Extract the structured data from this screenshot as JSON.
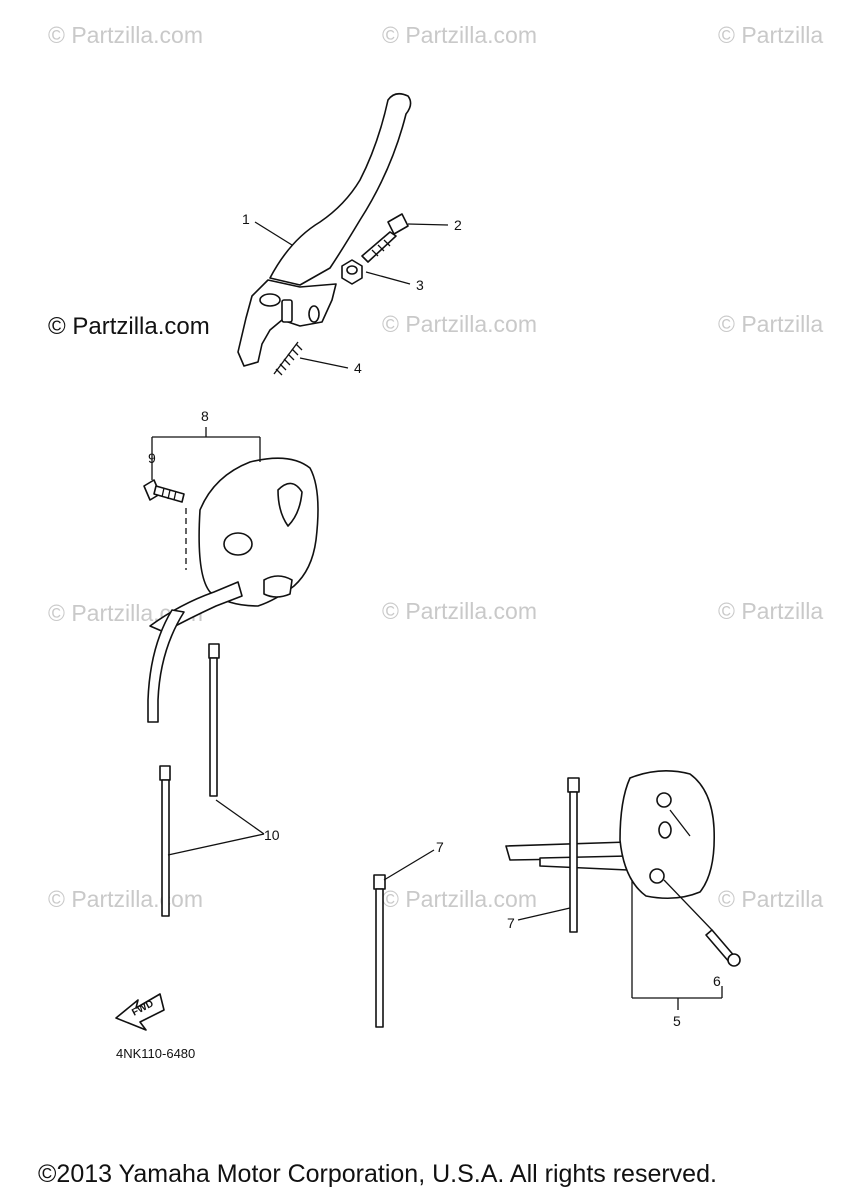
{
  "watermark": {
    "text": "© Partzilla.com",
    "text_cut": "© Partzilla",
    "color": "#c9c9c9"
  },
  "callouts": {
    "c1": "1",
    "c2": "2",
    "c3": "3",
    "c4": "4",
    "c5": "5",
    "c6": "6",
    "c7a": "7",
    "c7b": "7",
    "c8": "8",
    "c9": "9",
    "c10": "10"
  },
  "fwd_label": "FWD",
  "diagram_code": "4NK110-6480",
  "copyright": "©2013 Yamaha Motor Corporation, U.S.A. All rights reserved."
}
